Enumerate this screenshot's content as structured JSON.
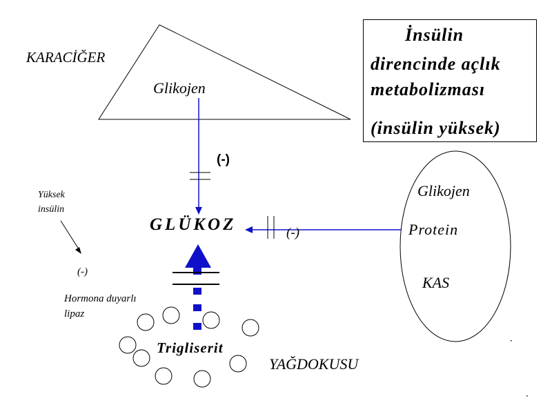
{
  "liver": {
    "label": "KARACİĞER",
    "glycogen": "Glikojen"
  },
  "title": {
    "line1": "İnsülin",
    "line2": "direncinde açlık",
    "line3": "metabolizması",
    "line4": "(insülin yüksek)"
  },
  "center": {
    "glucose": "GLÜKOZ"
  },
  "liver_inhibition": "(-)",
  "muscle": {
    "glycogen": "Glikojen",
    "protein": "Protein",
    "label": "KAS",
    "inhibition": "(-)"
  },
  "insulin_note": {
    "line1": "Yüksek",
    "line2": "insülin"
  },
  "lipase": {
    "inhibition": "(-)",
    "line1": "Hormona duyarlı",
    "line2": "lipaz"
  },
  "adipose": {
    "triglyceride": "Trigliserit",
    "label": "YAĞDOKUSU"
  },
  "colors": {
    "arrow_blue": "#1010c8",
    "line_black": "#000000",
    "background": "#ffffff"
  }
}
